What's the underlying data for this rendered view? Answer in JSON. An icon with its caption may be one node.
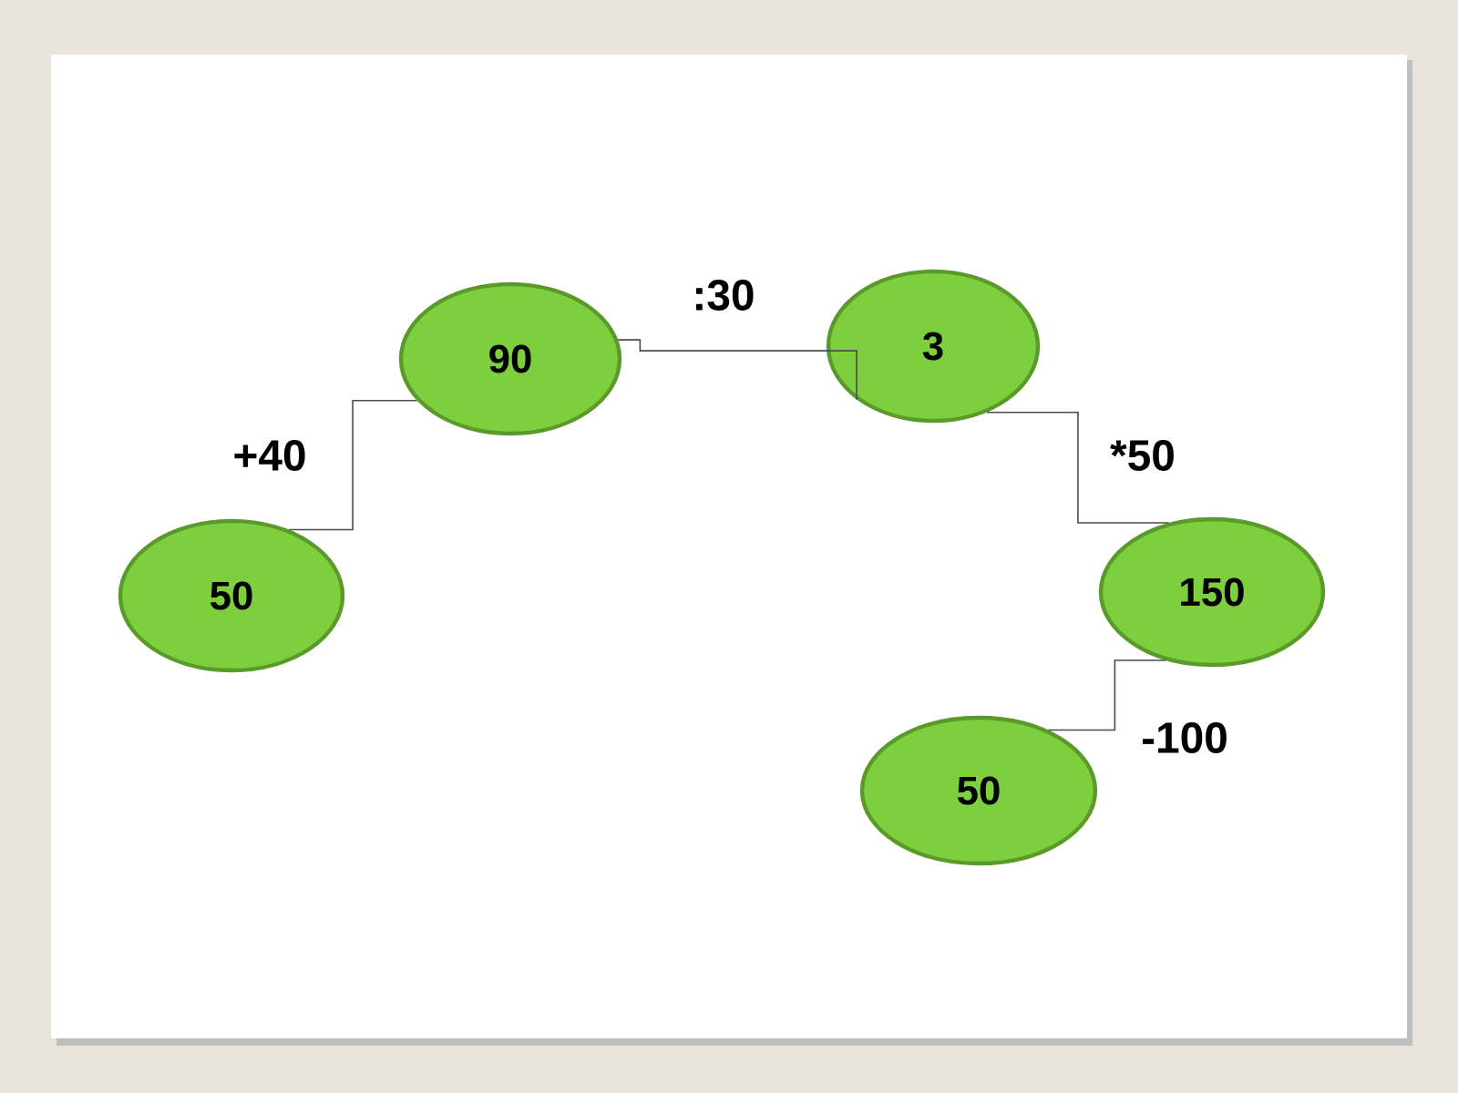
{
  "diagram": {
    "nodes": [
      {
        "text": [
          "50"
        ]
      },
      {
        "text": [
          "90"
        ]
      },
      {
        "text": [
          "3"
        ]
      },
      {
        "text": [
          "150"
        ]
      },
      {
        "text": [
          "50"
        ]
      }
    ],
    "edges": [
      {
        "from": 0,
        "to": 1,
        "arrow": "none",
        "label": "+40"
      },
      {
        "from": 1,
        "to": 2,
        "arrow": "none",
        "label": ":30"
      },
      {
        "from": 2,
        "to": 3,
        "arrow": "none",
        "label": "*50"
      },
      {
        "from": 3,
        "to": 4,
        "arrow": "none",
        "label": "-100"
      }
    ]
  }
}
